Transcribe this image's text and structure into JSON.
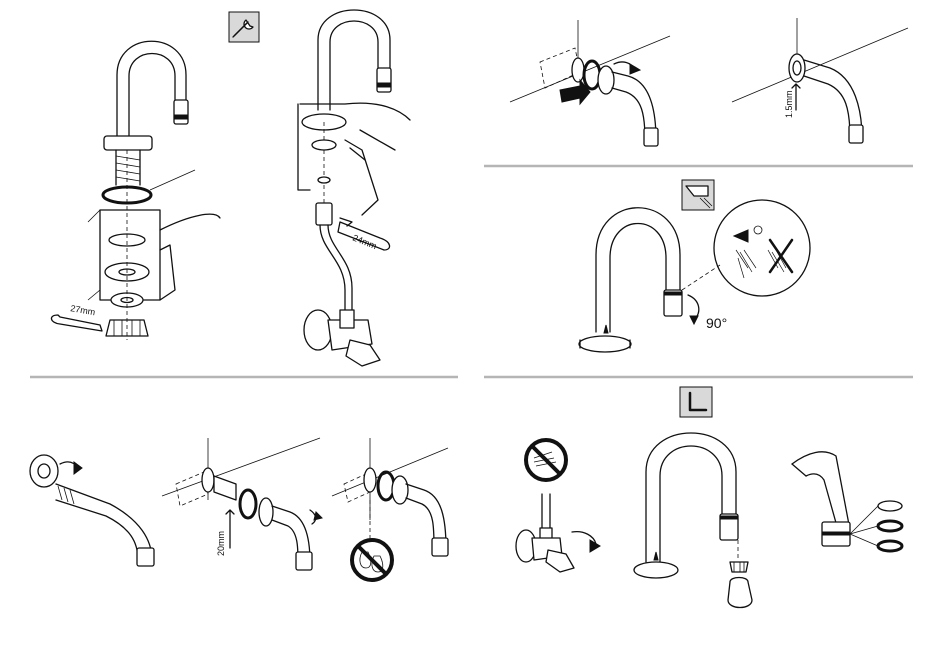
{
  "diagram": {
    "labels": {
      "wrench_27": "27mm",
      "wrench_24": "24mm",
      "depth_15": "1.5mm",
      "rotate_90": "90°",
      "depth_20": "20mm"
    },
    "icons": {
      "tool_wrench": "wrench-icon",
      "spray_setting": "spray-icon",
      "tool_hex_key": "hex-key-icon",
      "no_water_flow": "no-water-icon",
      "no_drip": "no-drip-icon"
    },
    "colors": {
      "line": "#111111",
      "separator": "#b5b5b5",
      "icon_box": "#d9d9d9"
    }
  }
}
